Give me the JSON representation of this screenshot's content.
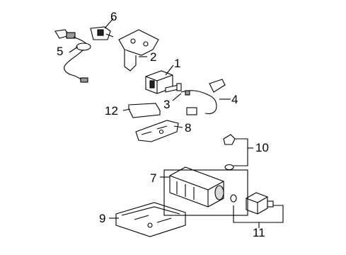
{
  "callouts": {
    "c1": "1",
    "c2": "2",
    "c3": "3",
    "c4": "4",
    "c5": "5",
    "c6": "6",
    "c7": "7",
    "c8": "8",
    "c9": "9",
    "c10": "10",
    "c11": "11",
    "c12": "12"
  },
  "parts": [
    {
      "id": 1,
      "icon": "canister-purge-valve-icon"
    },
    {
      "id": 2,
      "icon": "mounting-bracket-icon"
    },
    {
      "id": 3,
      "icon": "bolt-icon"
    },
    {
      "id": 4,
      "icon": "sensor-harness-icon"
    },
    {
      "id": 5,
      "icon": "oxygen-sensor-icon"
    },
    {
      "id": 6,
      "icon": "connector-clip-icon"
    },
    {
      "id": 7,
      "icon": "charcoal-canister-icon"
    },
    {
      "id": 8,
      "icon": "canister-bracket-icon"
    },
    {
      "id": 9,
      "icon": "canister-tray-icon"
    },
    {
      "id": 10,
      "icon": "clip-and-grommet-icon"
    },
    {
      "id": 11,
      "icon": "vent-valve-icon"
    },
    {
      "id": 12,
      "icon": "filter-element-icon"
    }
  ]
}
